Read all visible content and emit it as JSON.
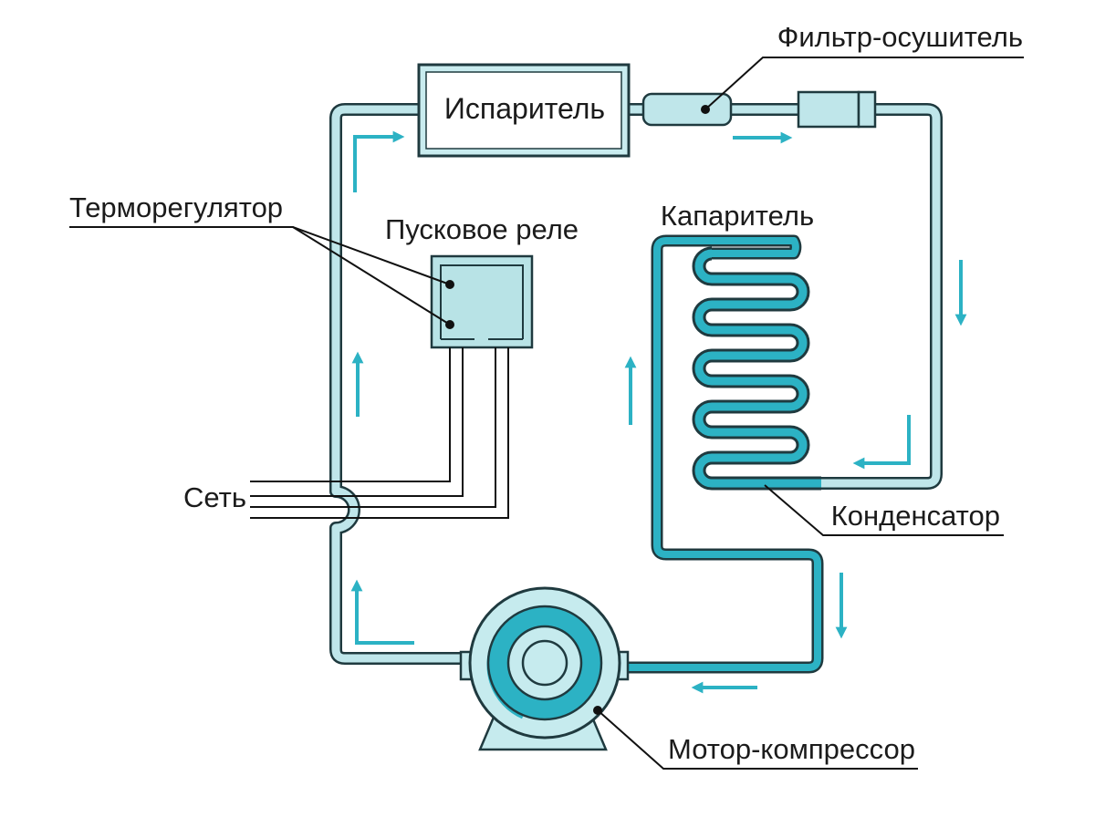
{
  "labels": {
    "filter_dryer": "Фильтр-осушитель",
    "evaporator": "Испаритель",
    "thermostat": "Терморегулятор",
    "start_relay": "Пусковое реле",
    "capillary": "Капаритель",
    "network": "Сеть",
    "condenser": "Конденсатор",
    "motor_compressor": "Мотор-компрессор"
  },
  "colors": {
    "tube_fill": "#bfe6ea",
    "tube_outline": "#1f3a3f",
    "accent": "#2cb2c4",
    "accent_dark": "#1e9fb0",
    "relay_fill": "#b8e3e6",
    "motor_light": "#c6ebee",
    "ink": "#111111"
  },
  "icons": [
    "arrow-right-icon",
    "arrow-up-icon",
    "arrow-down-icon",
    "arrow-left-icon",
    "arrow-corner-icon"
  ]
}
